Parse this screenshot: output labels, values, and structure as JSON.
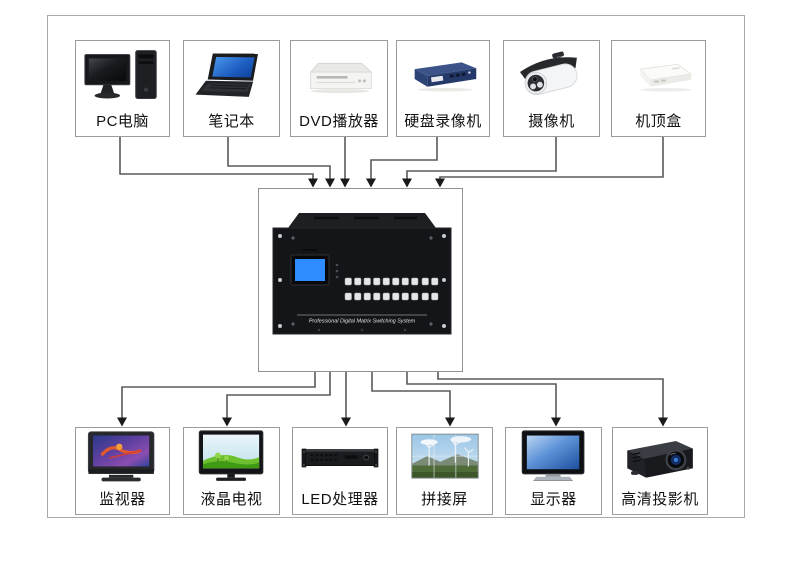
{
  "figure": {
    "type": "av-matrix-switching-topology-diagram",
    "switcher_caption": "Professional Digital Matrix Switching System"
  },
  "inputs": [
    {
      "label": "PC电脑",
      "icon": "desktop-pc-icon"
    },
    {
      "label": "笔记本",
      "icon": "laptop-icon"
    },
    {
      "label": "DVD播放器",
      "icon": "dvd-player-icon"
    },
    {
      "label": "硬盘录像机",
      "icon": "dvr-icon"
    },
    {
      "label": "摄像机",
      "icon": "cctv-camera-icon"
    },
    {
      "label": "机顶盒",
      "icon": "set-top-box-icon"
    }
  ],
  "outputs": [
    {
      "label": "监视器",
      "icon": "monitor-icon"
    },
    {
      "label": "液晶电视",
      "icon": "lcd-tv-icon"
    },
    {
      "label": "LED处理器",
      "icon": "led-processor-icon"
    },
    {
      "label": "拼接屏",
      "icon": "video-wall-icon"
    },
    {
      "label": "显示器",
      "icon": "display-icon"
    },
    {
      "label": "高清投影机",
      "icon": "projector-icon"
    }
  ],
  "colors": {
    "background": "#ffffff",
    "connector_line": "#5a5a5a",
    "arrowhead": "#1a1a1a",
    "box_border": "#9b9b9b",
    "outer_border": "#a9a9a9",
    "switcher_panel": "#141518",
    "switcher_lcd": "#2f8cff"
  }
}
